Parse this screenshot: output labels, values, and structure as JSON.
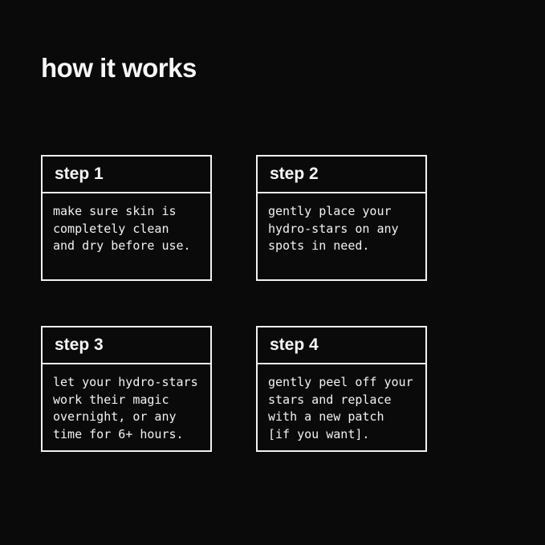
{
  "colors": {
    "background": "#0a0a0a",
    "text": "#f7f7f7",
    "border": "#f2f2f2"
  },
  "header": {
    "title": "how it works"
  },
  "cards": [
    {
      "step_label": "step 1",
      "body_lines": [
        "make sure skin is",
        "completely clean",
        "and dry before use."
      ]
    },
    {
      "step_label": "step 2",
      "body_lines": [
        "gently place your",
        "hydro-stars on any",
        "spots in need."
      ]
    },
    {
      "step_label": "step 3",
      "body_lines": [
        "let your hydro-stars",
        "work their magic",
        "overnight, or any",
        "time for 6+ hours."
      ]
    },
    {
      "step_label": "step 4",
      "body_lines": [
        "gently peel off your",
        "stars and replace",
        "with a new patch",
        "[if you want]."
      ]
    }
  ]
}
